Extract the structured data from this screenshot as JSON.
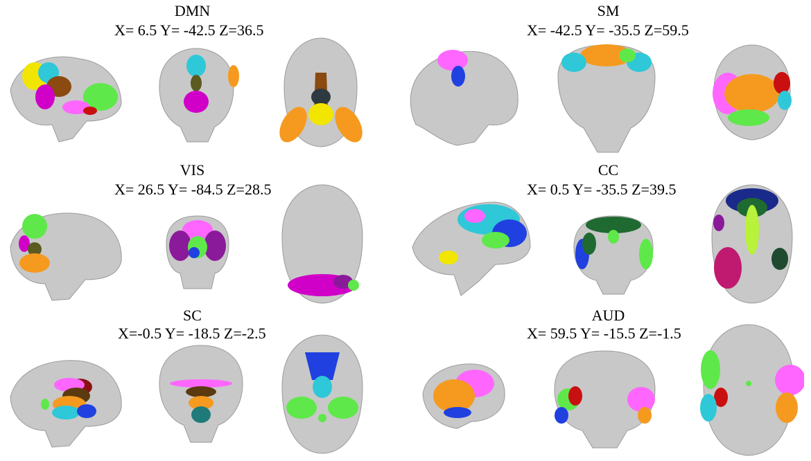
{
  "networks": [
    {
      "key": "dmn",
      "title": "DMN",
      "coords": "X= 6.5   Y= -42.5   Z=36.5"
    },
    {
      "key": "sm",
      "title": "SM",
      "coords": "X= -42.5   Y= -35.5   Z=59.5"
    },
    {
      "key": "vis",
      "title": "VIS",
      "coords": "X= 26.5   Y= -84.5   Z=28.5"
    },
    {
      "key": "cc",
      "title": "CC",
      "coords": "X= 0.5   Y= -35.5   Z=39.5"
    },
    {
      "key": "sc",
      "title": "SC",
      "coords": "X=-0.5   Y= -18.5   Z=-2.5"
    },
    {
      "key": "aud",
      "title": "AUD",
      "coords": "X= 59.5   Y= -15.5   Z=-1.5"
    }
  ],
  "colors": {
    "brain_gray": "#c8c8c8",
    "brain_dark": "#9a9a9a",
    "yellow": "#f2e600",
    "orange": "#f59a1f",
    "magenta": "#d000c8",
    "pink": "#ff66ff",
    "green": "#5fe84a",
    "lime": "#b8f23a",
    "cyan": "#2ec8d8",
    "blue": "#2040e0",
    "red": "#c81010",
    "brown": "#8a4a10",
    "darkgreen": "#1f6a30",
    "purple": "#8a1a9a"
  }
}
